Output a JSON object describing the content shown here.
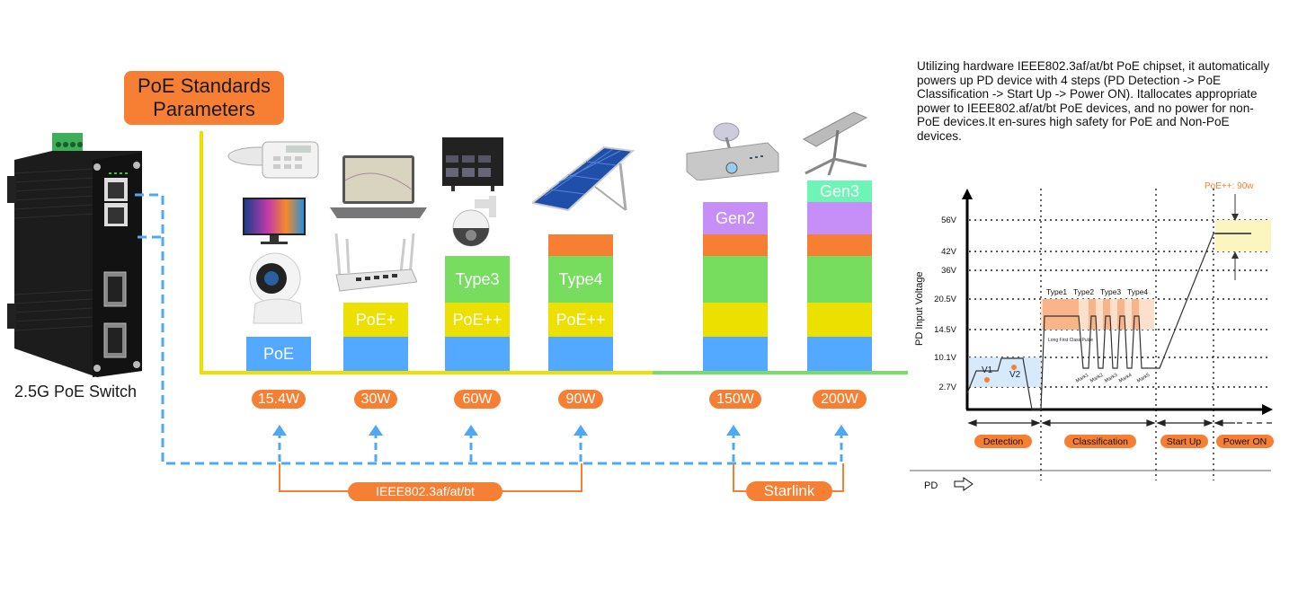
{
  "title": {
    "line1": "PoE Standards",
    "line2": "Parameters"
  },
  "switch": {
    "caption": "2.5G PoE Switch"
  },
  "colors": {
    "orange": "#f77f33",
    "blue": "#52a9ff",
    "yellow": "#ebe000",
    "green": "#77dd5f",
    "purple": "#c68ff7",
    "mint": "#6cf5b5",
    "axis_yellow": "#ede000",
    "axis_green": "#77dd66",
    "dashed_blue": "#4fa8f5"
  },
  "columns": [
    {
      "devices": [
        "desk-phone",
        "monitor",
        "ip-camera"
      ],
      "segments": [
        "PoE"
      ],
      "watt": "15.4W"
    },
    {
      "devices": [
        "laptop",
        "wifi-router"
      ],
      "segments": [
        "",
        "PoE+"
      ],
      "watt": "30W"
    },
    {
      "devices": [
        "smart-tv",
        "ptz-camera"
      ],
      "segments": [
        "",
        "PoE++",
        "Type3"
      ],
      "watt": "60W"
    },
    {
      "devices": [
        "solar-panel"
      ],
      "segments": [
        "",
        "PoE++",
        "Type4",
        ""
      ],
      "watt": "90W"
    },
    {
      "devices": [
        "satellite-router"
      ],
      "segments": [
        "",
        "",
        "",
        "",
        "Gen2"
      ],
      "watt": "150W"
    },
    {
      "devices": [
        "starlink-dish"
      ],
      "segments": [
        "",
        "",
        "",
        "",
        "",
        "Gen3"
      ],
      "watt": "200W"
    }
  ],
  "groups": {
    "ieee": "IEEE802.3af/at/bt",
    "starlink": "Starlink"
  },
  "description": "Utilizing hardware IEEE802.3af/at/bt PoE chipset, it automatically powers up PD device with 4 steps (PD Detection -> PoE Classification -> Start Up -> Power ON). Itallocates appropriate power to IEEE802.af/at/bt PoE devices, and no power for non-PoE devices.It en-sures high safety for PoE and Non-PoE devices.",
  "diagram": {
    "y_axis_label": "PD Input Voltage",
    "y_ticks": [
      "56V",
      "42V",
      "36V",
      "20.5V",
      "14.5V",
      "10.1V",
      "2.7V"
    ],
    "types": [
      "Type1",
      "Type2",
      "Type3",
      "Type4"
    ],
    "long_pulse_label": "Long First Class Pulse",
    "marks": [
      "Mark1",
      "Mark2",
      "Mark3",
      "Mark4",
      "Mark5"
    ],
    "v_labels": [
      "V1",
      "V2"
    ],
    "poe_label": "PoE++: 90w",
    "phases": [
      "Detection",
      "Classification",
      "Start Up",
      "Power ON"
    ],
    "pd_label": "PD"
  }
}
